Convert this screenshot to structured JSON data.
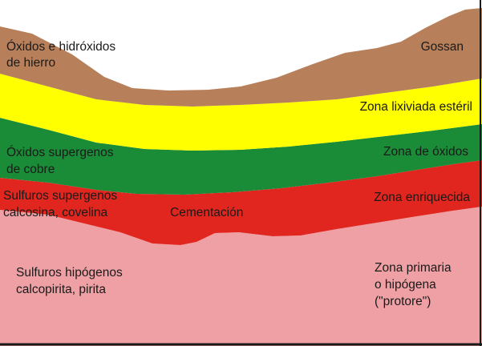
{
  "colors": {
    "background": "#ffffff",
    "gossan": "#b8805a",
    "leached": "#ffff00",
    "oxides": "#1a8c38",
    "enriched": "#e0261e",
    "primary": "#eea0a4",
    "frame": "#1a1a1a"
  },
  "layers": [
    {
      "id": "gossan",
      "left_label": [
        "Óxidos e hidróxidos",
        "de hierro"
      ],
      "right_label": [
        "Gossan"
      ]
    },
    {
      "id": "leached",
      "left_label": [],
      "right_label": [
        "Zona lixiviada estéril"
      ]
    },
    {
      "id": "oxides",
      "left_label": [
        "Óxidos supergenos",
        "de cobre"
      ],
      "right_label": [
        "Zona de óxidos"
      ]
    },
    {
      "id": "enriched",
      "left_label": [
        "Sulfuros supergenos",
        "calcosina, covelina"
      ],
      "right_label": [
        "Zona enriquecida"
      ],
      "center_label": "Cementación"
    },
    {
      "id": "primary",
      "left_label": [
        "Sulfuros hipógenos",
        "calcopirita, pirita"
      ],
      "right_label": [
        "Zona primaria",
        "o hipógena",
        "(\"protore\")"
      ]
    }
  ]
}
